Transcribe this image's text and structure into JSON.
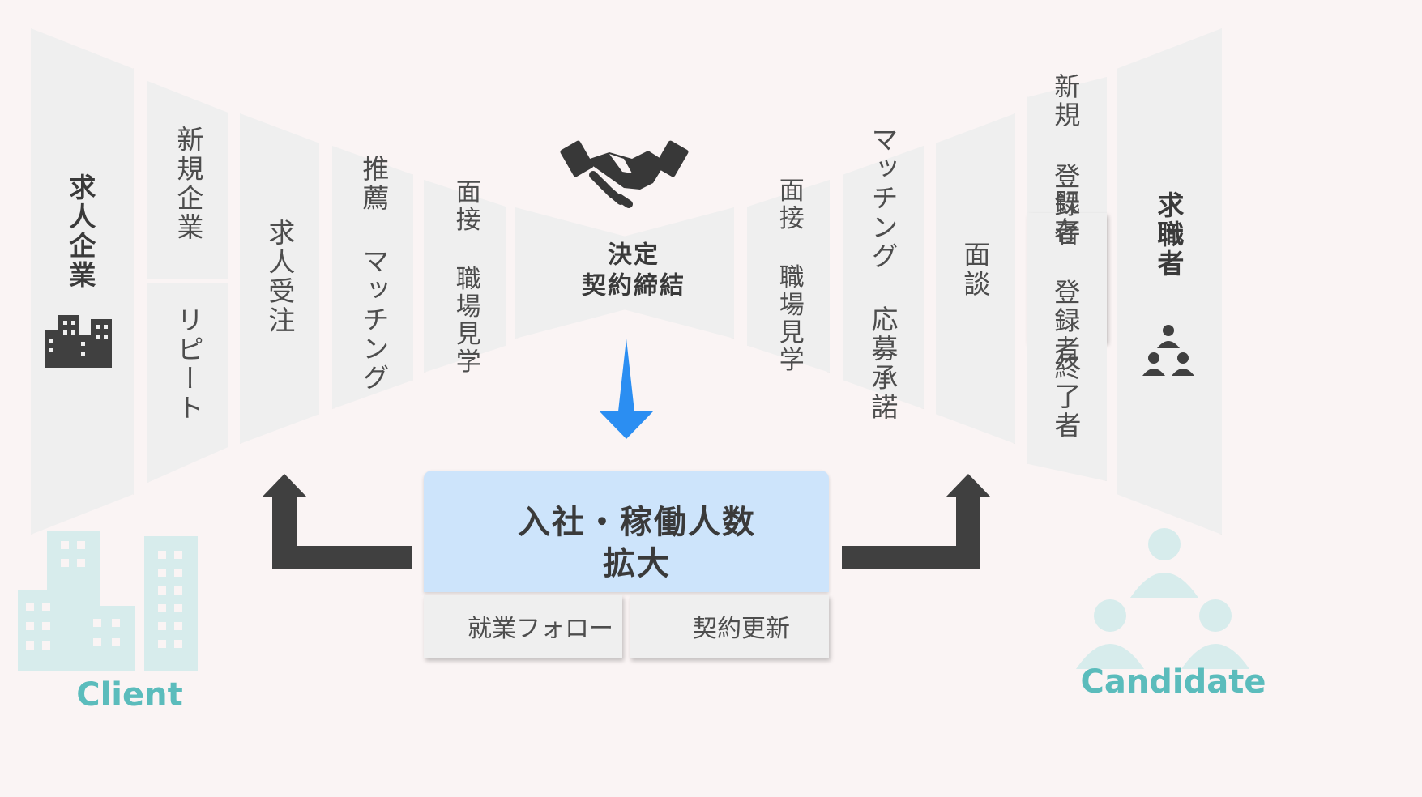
{
  "client_side": {
    "company": "求人企業",
    "new_company": "新規企業",
    "repeat": "リピート",
    "order_intake": "求人受注",
    "recommend_matching": "推薦\nマッチング",
    "interview_visit": "面接\n職場見学"
  },
  "center": {
    "decision": "決定\n契約締結",
    "result_line1": "入社・稼働人数",
    "result_line2": "拡大",
    "follow_up": "就業フォロー",
    "renewal": "契約更新"
  },
  "candidate_side": {
    "interview_visit": "面接\n職場見学",
    "matching_accept": "マッチング\n応募承諾",
    "consultation": "面談",
    "new_registrant": "新規\n登録者",
    "existing_registrant": "既存\n登録者",
    "finished": "終了者",
    "job_seeker": "求職者"
  },
  "labels": {
    "client": "Client",
    "candidate": "Candidate"
  },
  "colors": {
    "accent_blue": "#2b8ef2",
    "result_box": "#cde4fb",
    "teal_label": "#5bbcbc",
    "dark_arrow": "#404040"
  }
}
